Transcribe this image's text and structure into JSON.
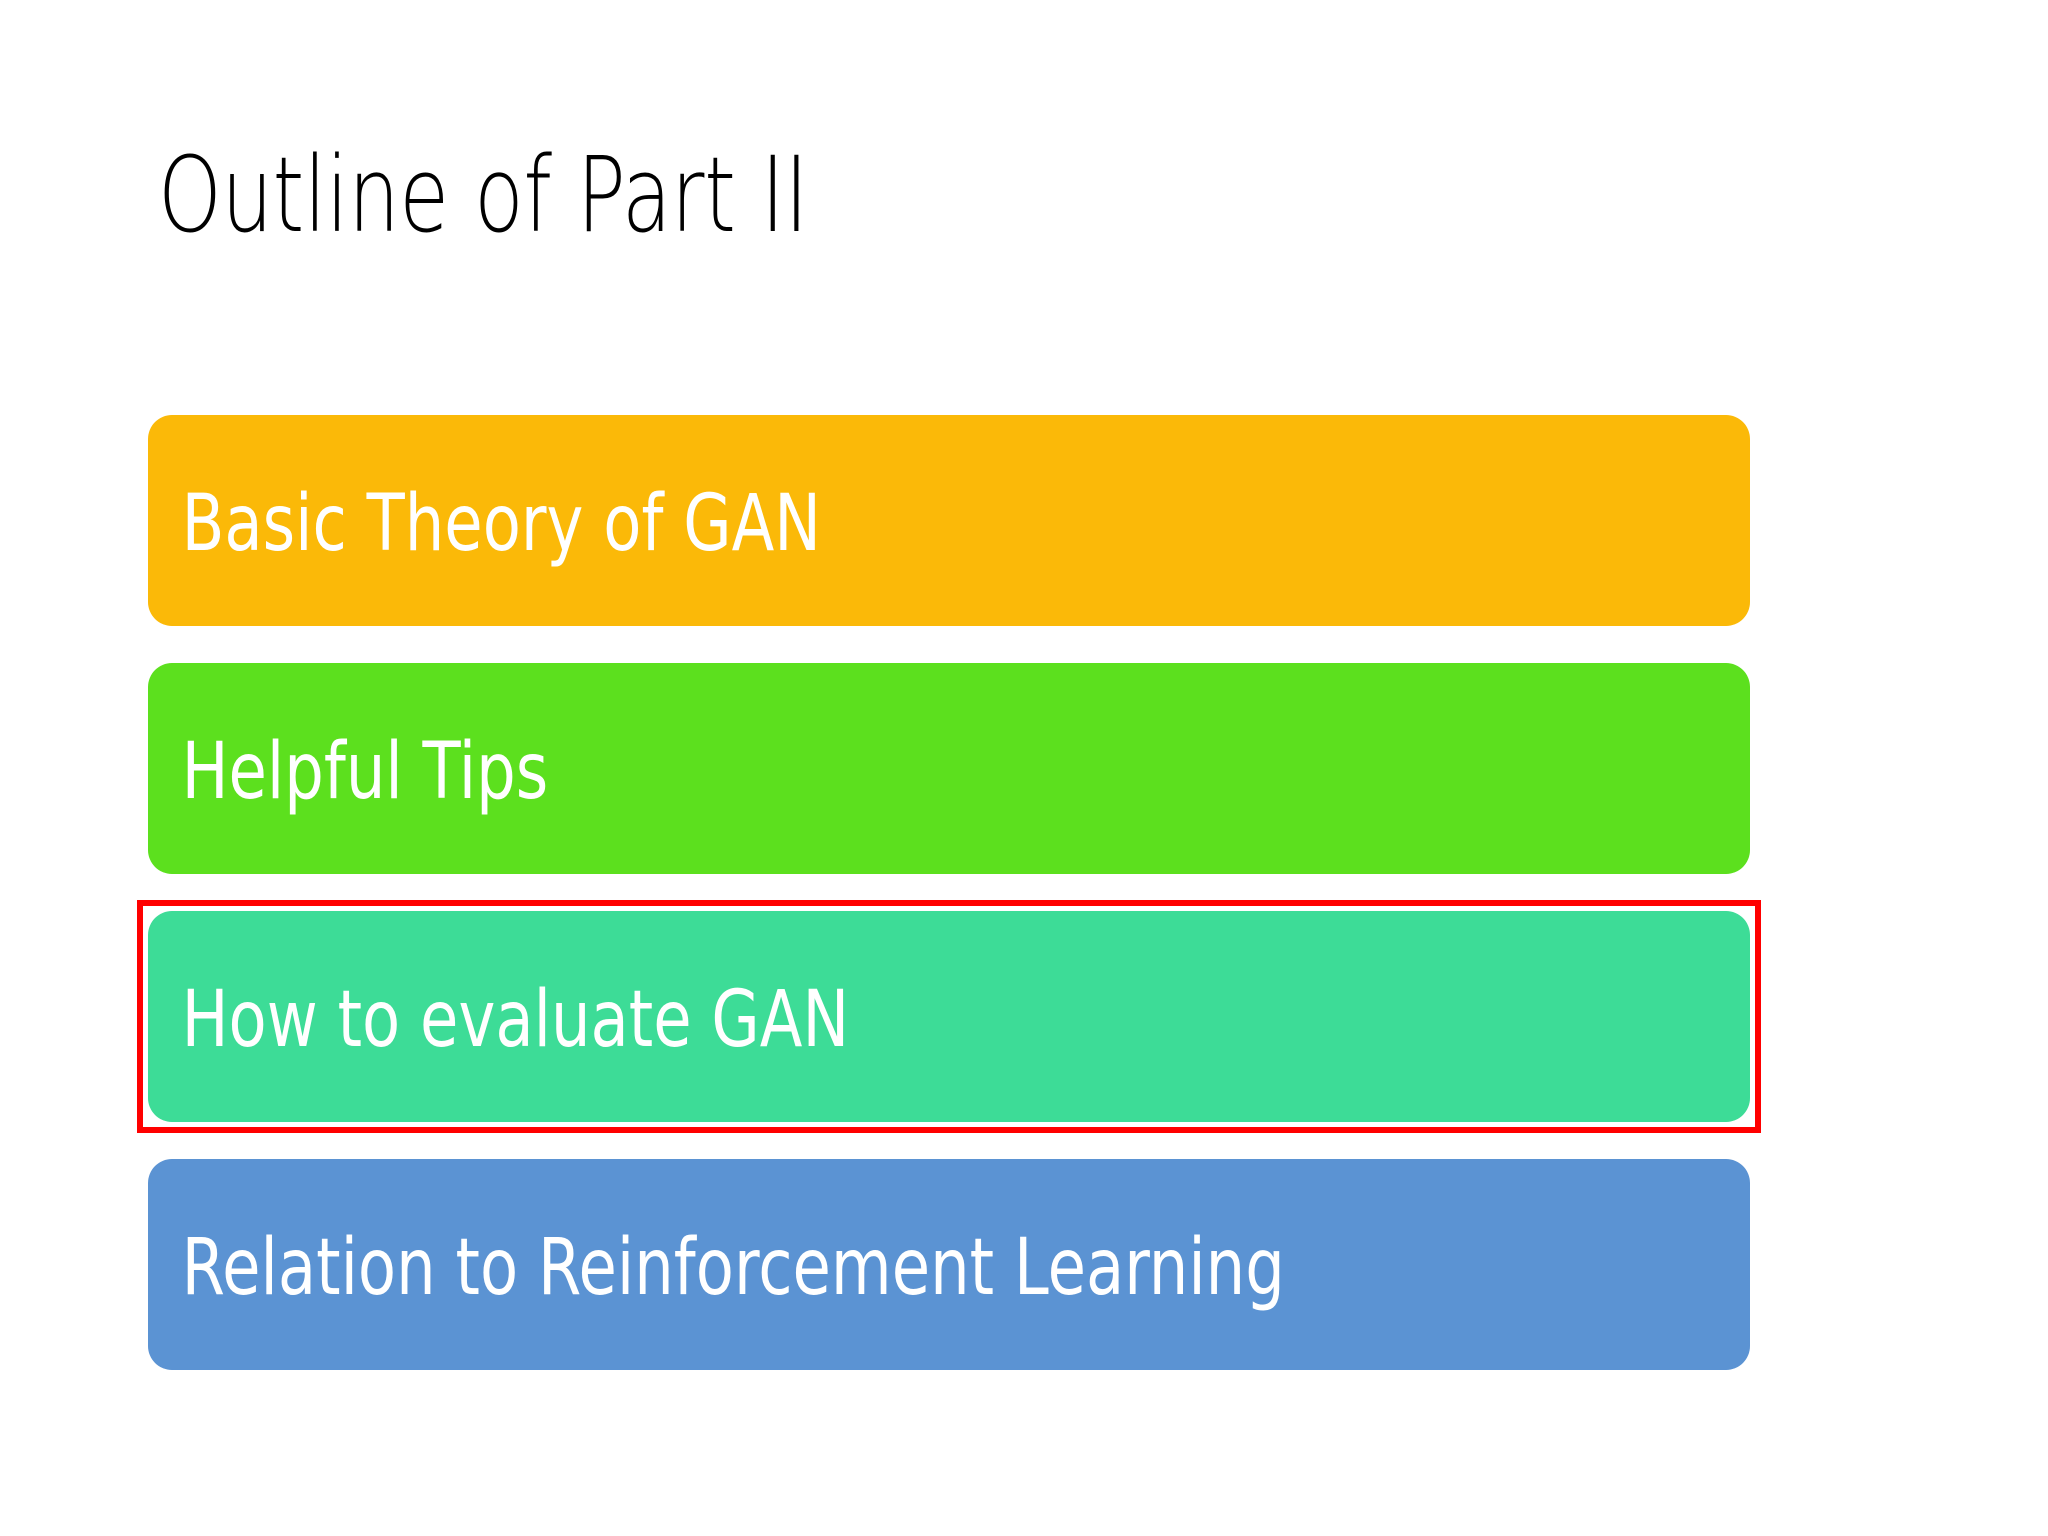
{
  "slide": {
    "title": "Outline of Part II",
    "background_color": "#FFFFFF",
    "title_color": "#000000",
    "highlight_color": "#FF0000",
    "text_color": "#FFFFFF"
  },
  "outline": {
    "items": [
      {
        "label": "Basic Theory of GAN",
        "color": "#FBB908",
        "highlighted": false
      },
      {
        "label": "Helpful Tips",
        "color": "#5CE01E",
        "highlighted": false
      },
      {
        "label": "How to evaluate GAN",
        "color": "#3DDC97",
        "highlighted": true
      },
      {
        "label": "Relation to Reinforcement Learning",
        "color": "#5B93D3",
        "highlighted": false
      }
    ]
  }
}
